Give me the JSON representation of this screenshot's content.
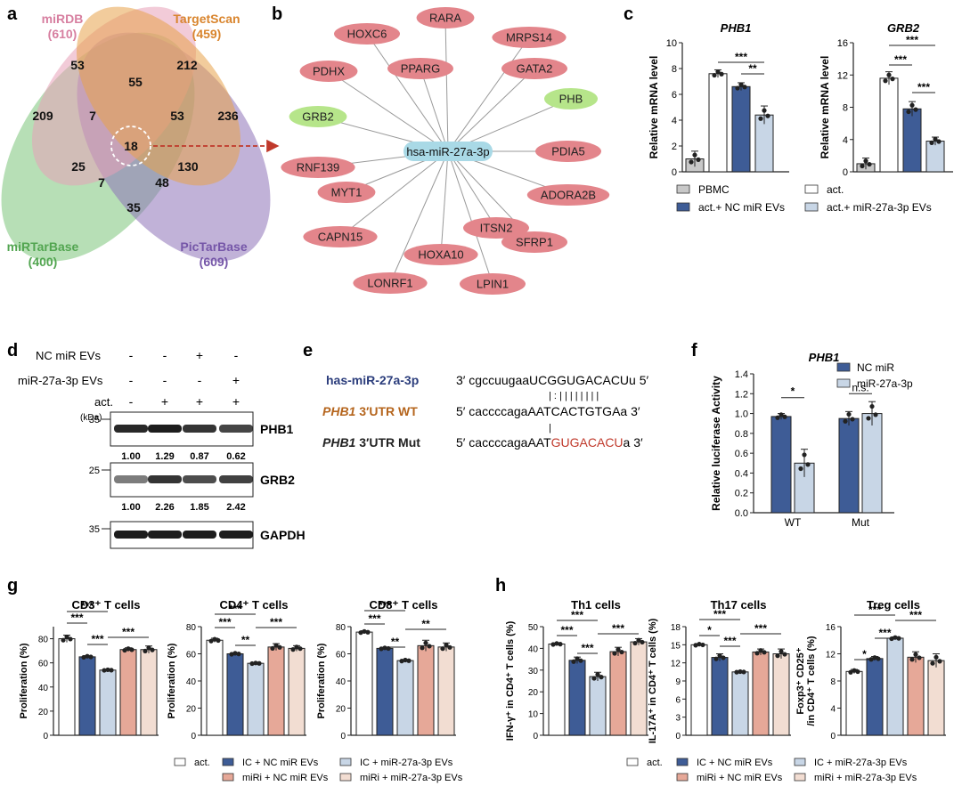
{
  "panel_labels": {
    "a": "a",
    "b": "b",
    "c": "c",
    "d": "d",
    "e": "e",
    "f": "f",
    "g": "g",
    "h": "h"
  },
  "venn": {
    "sets": [
      {
        "name": "miRDB",
        "count": "(610)",
        "color": "#e8a0b8"
      },
      {
        "name": "TargetScan",
        "count": "(459)",
        "color": "#e8a24a"
      },
      {
        "name": "miRTarBase",
        "count": "(400)",
        "color": "#7cc47a"
      },
      {
        "name": "PicTarBase",
        "count": "(609)",
        "color": "#8e72b8"
      }
    ],
    "regions": {
      "r53": "53",
      "r212": "212",
      "r55": "55",
      "r209": "209",
      "r7a": "7",
      "r53b": "53",
      "r236": "236",
      "r18": "18",
      "r25": "25",
      "r130": "130",
      "r7b": "7",
      "r48": "48",
      "r35": "35"
    }
  },
  "network": {
    "center": "hsa-miR-27a-3p",
    "nodes": [
      "RARA",
      "HOXC6",
      "MRPS14",
      "PDHX",
      "PPARG",
      "GATA2",
      "GRB2",
      "PHB",
      "PDIA5",
      "RNF139",
      "MYT1",
      "ADORA2B",
      "ITSN2",
      "SFRP1",
      "CAPN15",
      "HOXA10",
      "LONRF1",
      "LPIN1"
    ],
    "green_nodes": [
      "GRB2",
      "PHB"
    ]
  },
  "panel_c": {
    "ylabel": "Relative mRNA level",
    "legend": {
      "pbmc": "PBMC",
      "act": "act.",
      "nc": "act.+ NC miR EVs",
      "mir": "act.+ miR-27a-3p EVs"
    },
    "colors": {
      "pbmc": "#c8c8c8",
      "act": "#ffffff",
      "nc": "#3e5c96",
      "mir": "#c8d6e6"
    },
    "axis_labels": {
      "phb1": [
        "0",
        "2",
        "4",
        "6",
        "8",
        "10"
      ],
      "grb2": [
        "0",
        "4",
        "8",
        "12",
        "16"
      ]
    }
  },
  "chart_data": [
    {
      "type": "bar",
      "title": "PHB1",
      "ylabel": "Relative mRNA level",
      "ylim": [
        0,
        10
      ],
      "categories": [
        "PBMC",
        "act.",
        "act.+ NC miR EVs",
        "act.+ miR-27a-3p EVs"
      ],
      "values": [
        1.0,
        7.6,
        6.6,
        4.4
      ],
      "errors": [
        0.6,
        0.3,
        0.3,
        0.7
      ],
      "sig": [
        [
          "act.",
          "act.+ miR-27a-3p EVs",
          "***"
        ],
        [
          "act.+ NC miR EVs",
          "act.+ miR-27a-3p EVs",
          "**"
        ]
      ]
    },
    {
      "type": "bar",
      "title": "GRB2",
      "ylabel": "Relative mRNA level",
      "ylim": [
        0,
        16
      ],
      "categories": [
        "PBMC",
        "act.",
        "act.+ NC miR EVs",
        "act.+ miR-27a-3p EVs"
      ],
      "values": [
        1.0,
        11.6,
        7.8,
        3.8
      ],
      "errors": [
        0.7,
        0.8,
        0.9,
        0.5
      ],
      "sig": [
        [
          "act.",
          "act.+ NC miR EVs",
          "***"
        ],
        [
          "act.",
          "act.+ miR-27a-3p EVs",
          "***"
        ],
        [
          "act.+ NC miR EVs",
          "act.+ miR-27a-3p EVs",
          "***"
        ]
      ]
    },
    {
      "type": "bar",
      "title": "PHB1",
      "ylabel": "Relative luciferase Activity",
      "ylim": [
        0,
        1.4
      ],
      "categories": [
        "WT",
        "Mut"
      ],
      "series": [
        {
          "name": "NC miR",
          "values": [
            0.97,
            0.95
          ]
        },
        {
          "name": "miR-27a-3p",
          "values": [
            0.5,
            1.0
          ]
        }
      ],
      "errors": [
        [
          0.03,
          0.07
        ],
        [
          0.14,
          0.12
        ]
      ],
      "sig": [
        [
          "WT",
          "*"
        ],
        [
          "Mut",
          "n.s."
        ]
      ]
    },
    {
      "type": "bar",
      "title": "CD3⁺ T cells",
      "ylabel": "Proliferation (%)",
      "ylim": [
        0,
        90
      ],
      "categories": [
        "act.",
        "IC + NC miR EVs",
        "IC + miR-27a-3p EVs",
        "miRi + NC miR EVs",
        "miRi + miR-27a-3p EVs"
      ],
      "values": [
        80,
        65,
        54,
        71,
        71
      ],
      "errors": [
        3,
        1,
        0.5,
        1.5,
        3
      ],
      "sig": [
        [
          "act.",
          "IC + NC miR EVs",
          "***"
        ],
        [
          "act.",
          "IC + miR-27a-3p EVs",
          "***"
        ],
        [
          "IC + NC miR EVs",
          "IC + miR-27a-3p EVs",
          "***"
        ],
        [
          "IC + miR-27a-3p EVs",
          "miRi + miR-27a-3p EVs",
          "***"
        ]
      ]
    },
    {
      "type": "bar",
      "title": "CD4⁺ T cells",
      "ylabel": "Proliferation (%)",
      "ylim": [
        0,
        80
      ],
      "categories": [
        "act.",
        "IC + NC miR EVs",
        "IC + miR-27a-3p EVs",
        "miRi + NC miR EVs",
        "miRi + miR-27a-3p EVs"
      ],
      "values": [
        70,
        60,
        53,
        65,
        64
      ],
      "errors": [
        1.5,
        0.8,
        0.5,
        2.5,
        2
      ],
      "sig": [
        [
          "act.",
          "IC + NC miR EVs",
          "***"
        ],
        [
          "act.",
          "IC + miR-27a-3p EVs",
          "***"
        ],
        [
          "IC + NC miR EVs",
          "IC + miR-27a-3p EVs",
          "**"
        ],
        [
          "IC + miR-27a-3p EVs",
          "miRi + miR-27a-3p EVs",
          "***"
        ]
      ]
    },
    {
      "type": "bar",
      "title": "CD8⁺ T cells",
      "ylabel": "Proliferation (%)",
      "ylim": [
        0,
        80
      ],
      "categories": [
        "act.",
        "IC + NC miR EVs",
        "IC + miR-27a-3p EVs",
        "miRi + NC miR EVs",
        "miRi + miR-27a-3p EVs"
      ],
      "values": [
        76,
        64,
        55,
        66,
        65
      ],
      "errors": [
        1,
        0.8,
        0.8,
        4,
        3
      ],
      "sig": [
        [
          "act.",
          "IC + NC miR EVs",
          "***"
        ],
        [
          "act.",
          "IC + miR-27a-3p EVs",
          "***"
        ],
        [
          "IC + NC miR EVs",
          "IC + miR-27a-3p EVs",
          "**"
        ],
        [
          "IC + miR-27a-3p EVs",
          "miRi + miR-27a-3p EVs",
          "**"
        ]
      ]
    },
    {
      "type": "bar",
      "title": "Th1 cells",
      "ylabel": "IFN-γ⁺ in CD4⁺ T cells (%)",
      "ylim": [
        0,
        50
      ],
      "categories": [
        "act.",
        "IC + NC miR EVs",
        "IC + miR-27a-3p EVs",
        "miRi + NC miR EVs",
        "miRi + miR-27a-3p EVs"
      ],
      "values": [
        42,
        34.5,
        27,
        38.5,
        43
      ],
      "errors": [
        0.5,
        1.5,
        2,
        2,
        1.5
      ],
      "sig": [
        [
          "act.",
          "IC + NC miR EVs",
          "***"
        ],
        [
          "act.",
          "IC + miR-27a-3p EVs",
          "***"
        ],
        [
          "IC + NC miR EVs",
          "IC + miR-27a-3p EVs",
          "***"
        ],
        [
          "IC + miR-27a-3p EVs",
          "miRi + miR-27a-3p EVs",
          "***"
        ]
      ]
    },
    {
      "type": "bar",
      "title": "Th17 cells",
      "ylabel": "IL-17A⁺ in CD4⁺ T cells (%)",
      "ylim": [
        0,
        18
      ],
      "categories": [
        "act.",
        "IC + NC miR EVs",
        "IC + miR-27a-3p EVs",
        "miRi + NC miR EVs",
        "miRi + miR-27a-3p EVs"
      ],
      "values": [
        15,
        12.9,
        10.5,
        13.8,
        13.5
      ],
      "errors": [
        0.2,
        0.6,
        0.1,
        0.5,
        0.8
      ],
      "sig": [
        [
          "act.",
          "IC + NC miR EVs",
          "*"
        ],
        [
          "act.",
          "IC + miR-27a-3p EVs",
          "***"
        ],
        [
          "IC + NC miR EVs",
          "IC + miR-27a-3p EVs",
          "***"
        ],
        [
          "IC + miR-27a-3p EVs",
          "miRi + miR-27a-3p EVs",
          "***"
        ]
      ]
    },
    {
      "type": "bar",
      "title": "Treg cells",
      "ylabel": "Foxp3⁺ CD25⁺ /in CD4⁺ T cells (%)",
      "ylim": [
        0,
        16
      ],
      "categories": [
        "act.",
        "IC + NC miR EVs",
        "IC + miR-27a-3p EVs",
        "miRi + NC miR EVs",
        "miRi + miR-27a-3p EVs"
      ],
      "values": [
        9.4,
        11.3,
        14.3,
        11.5,
        11
      ],
      "errors": [
        0.3,
        0.3,
        0.2,
        0.8,
        1
      ],
      "sig": [
        [
          "act.",
          "IC + NC miR EVs",
          "*"
        ],
        [
          "act.",
          "IC + miR-27a-3p EVs",
          "***"
        ],
        [
          "IC + NC miR EVs",
          "IC + miR-27a-3p EVs",
          "***"
        ],
        [
          "IC + miR-27a-3p EVs",
          "miRi + miR-27a-3p EVs",
          "***"
        ]
      ]
    }
  ],
  "panel_d": {
    "rows": [
      "NC miR EVs",
      "miR-27a-3p EVs",
      "act."
    ],
    "signs": [
      [
        "-",
        "-",
        "+",
        "-"
      ],
      [
        "-",
        "-",
        "-",
        "+"
      ],
      [
        "-",
        "+",
        "+",
        "+"
      ]
    ],
    "kda": "(kDa)",
    "bands": [
      {
        "name": "PHB1",
        "mw": "35",
        "quant": [
          "1.00",
          "1.29",
          "0.87",
          "0.62"
        ]
      },
      {
        "name": "GRB2",
        "mw": "25",
        "quant": [
          "1.00",
          "2.26",
          "1.85",
          "2.42"
        ]
      },
      {
        "name": "GAPDH",
        "mw": "35",
        "quant": []
      }
    ]
  },
  "panel_e": {
    "mir_label": "has-miR-27a-3p",
    "mir_seq_lo": "3′  cgccuugaa",
    "mir_seq_hi": "UCGGUGACACU",
    "mir_seq_end": "u  5′",
    "pair_marks": "|   :  |  |  |  |  |  |  |  |",
    "wt_label_a": "PHB1",
    "wt_label_b": " 3′UTR WT",
    "wt_seq": "5′  caccccagaAATCACTGTGAa  3′",
    "single_bar": "|",
    "mut_label_a": "PHB1",
    "mut_label_b": " 3′UTR Mut",
    "mut_seq_lo": "5′  caccccagaAAT",
    "mut_seq_red": "GUGACACU",
    "mut_seq_end": "a  3′"
  },
  "panel_f": {
    "legend": {
      "nc": "NC miR",
      "mir": "miR-27a-3p"
    },
    "axis_labels": [
      "0.0",
      "0.2",
      "0.4",
      "0.6",
      "0.8",
      "1.0",
      "1.2",
      "1.4"
    ]
  },
  "panel_gh": {
    "legend": {
      "act": "act.",
      "ic_nc": "IC + NC miR EVs",
      "ic_mir": "IC + miR-27a-3p EVs",
      "mi_nc": "miRi + NC miR EVs",
      "mi_mir": "miRi + miR-27a-3p EVs"
    },
    "colors": [
      "#ffffff",
      "#3e5c96",
      "#c8d6e6",
      "#e6a898",
      "#f2ddd2"
    ]
  }
}
